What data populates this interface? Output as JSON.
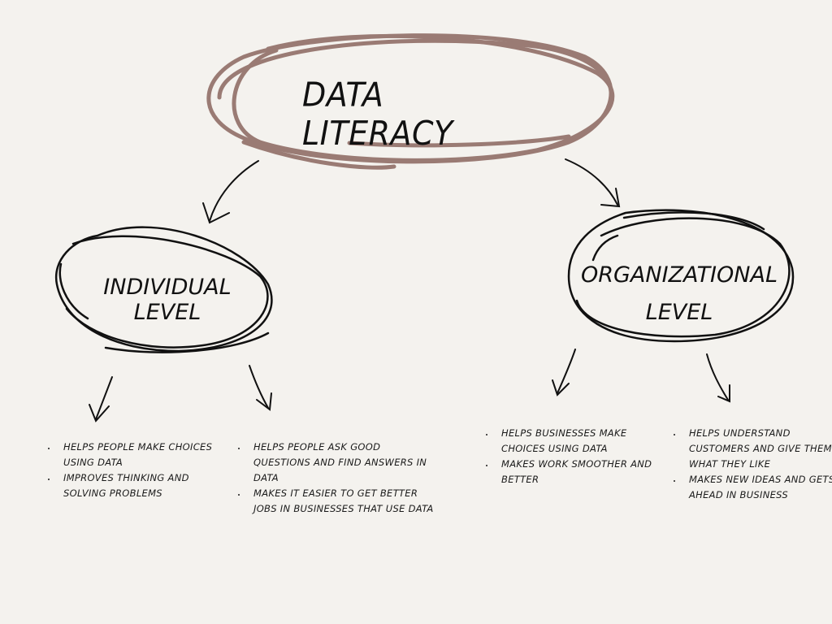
{
  "diagram": {
    "title": "DATA LITERACY",
    "colors": {
      "background": "#f4f2ee",
      "title_scribble": "#9a7b74",
      "ink": "#111111"
    },
    "nodes": {
      "individual": {
        "label": "INDIVIDUAL LEVEL"
      },
      "organizational": {
        "label_line1": "ORGANIZATIONAL",
        "label_line2": "LEVEL"
      }
    },
    "bullet_groups": {
      "individual_left": [
        "HELPS PEOPLE MAKE CHOICES USING DATA",
        "IMPROVES THINKING AND SOLVING PROBLEMS"
      ],
      "individual_right": [
        "HELPS PEOPLE ASK GOOD QUESTIONS AND FIND ANSWERS IN DATA",
        "MAKES IT EASIER TO GET BETTER JOBS IN BUSINESSES THAT USE DATA"
      ],
      "organizational_left": [
        "HELPS BUSINESSES MAKE CHOICES USING DATA",
        "MAKES WORK SMOOTHER AND BETTER"
      ],
      "organizational_right": [
        "HELPS UNDERSTAND CUSTOMERS AND GIVE THEM WHAT THEY LIKE",
        "MAKES NEW IDEAS AND GETS AHEAD IN BUSINESS"
      ]
    }
  }
}
